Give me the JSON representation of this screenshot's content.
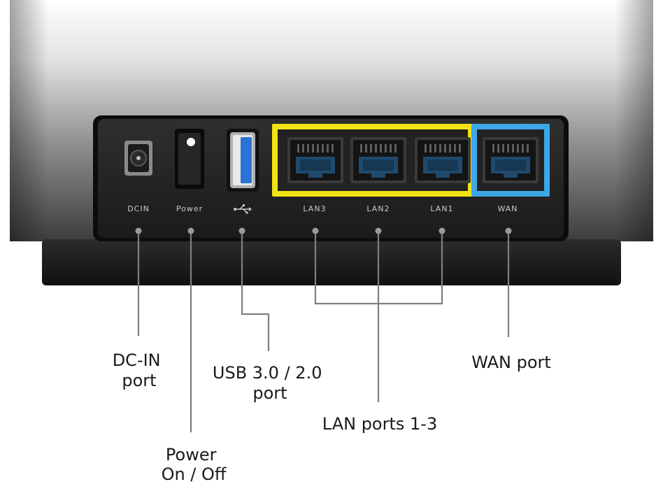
{
  "panel_labels": {
    "dcin": "DCIN",
    "power": "Power",
    "lan3": "LAN3",
    "lan2": "LAN2",
    "lan1": "LAN1",
    "wan": "WAN"
  },
  "callouts": {
    "dcin": [
      "DC-IN",
      "port"
    ],
    "usb": [
      "USB 3.0 / 2.0",
      "port"
    ],
    "wan": [
      "WAN port"
    ],
    "lan": [
      "LAN ports 1-3"
    ],
    "power": [
      "Power",
      "On / Off"
    ]
  },
  "colors": {
    "lan_highlight": "#f2e313",
    "wan_highlight": "#3ca7e6",
    "usb_port_blue": "#2a73d6",
    "leader_line": "#7f7f7f"
  }
}
